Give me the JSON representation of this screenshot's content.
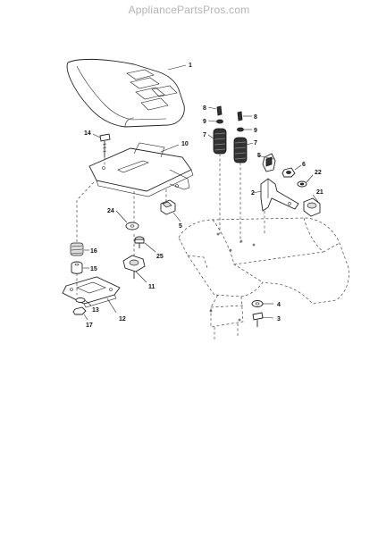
{
  "watermark": {
    "text": "AppliancePartsPros.com"
  },
  "callouts": {
    "c1": "1",
    "c2": "2",
    "c3": "3",
    "c4": "4",
    "c5a": "5",
    "c5b": "5",
    "c6": "6",
    "c7a": "7",
    "c7b": "7",
    "c8a": "8",
    "c8b": "8",
    "c9a": "9",
    "c9b": "9",
    "c10": "10",
    "c11": "11",
    "c12": "12",
    "c13": "13",
    "c14": "14",
    "c15": "15",
    "c16": "16",
    "c17": "17",
    "c21": "21",
    "c22": "22",
    "c24": "24",
    "c25": "25"
  },
  "colors": {
    "line": "#222222",
    "watermark": "#b4b4b4",
    "background": "#ffffff"
  }
}
